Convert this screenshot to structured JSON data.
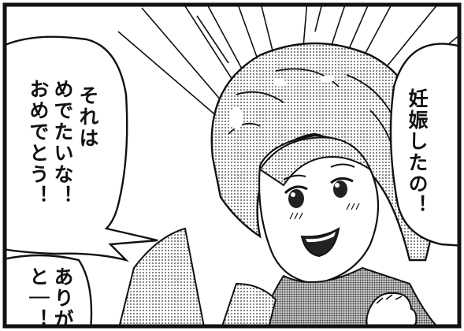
{
  "panel": {
    "speech_left": {
      "lines": [
        "それは",
        "めでたいな！",
        "おめでとう！"
      ]
    },
    "speech_right": {
      "lines": [
        "妊娠したの！"
      ]
    },
    "speech_bottom_left": {
      "lines": [
        "ありが",
        "と｜！"
      ]
    }
  }
}
